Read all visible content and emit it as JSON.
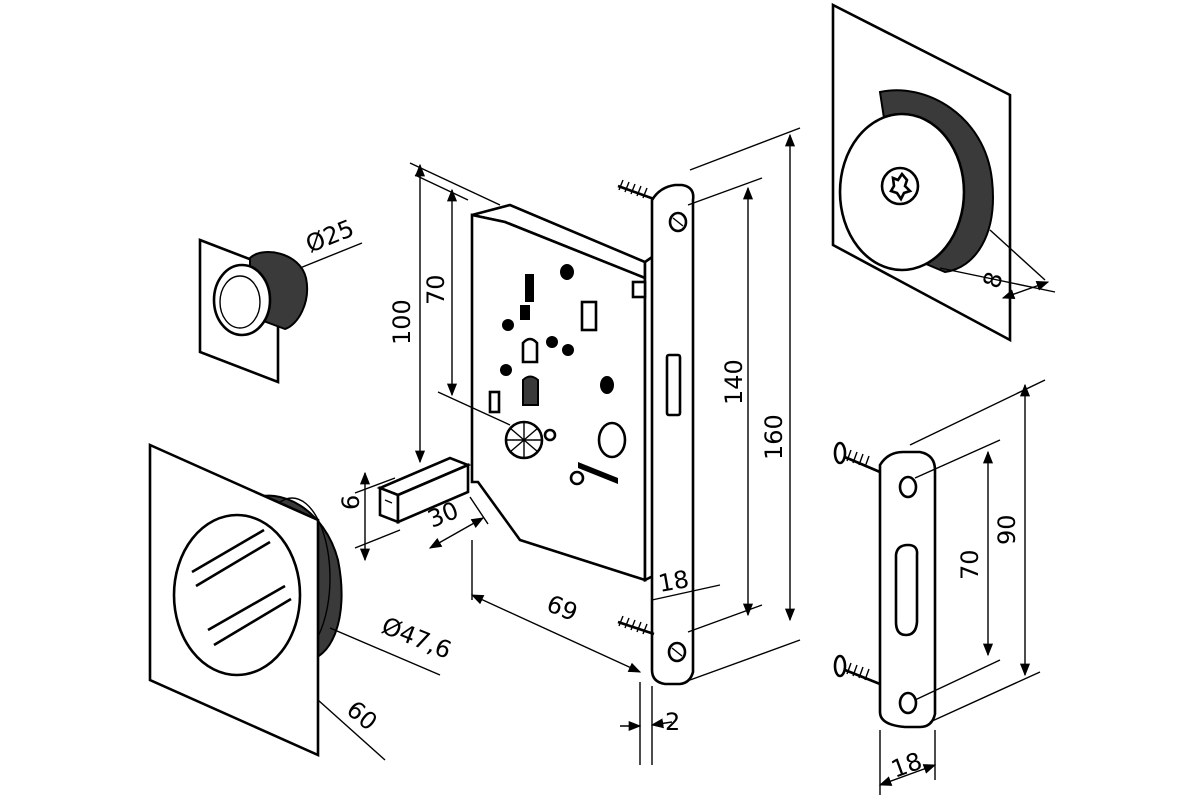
{
  "dimensions": {
    "finger_pull_diameter": "Ø25",
    "rosette_diameter": "Ø47,6",
    "rosette_square": "60",
    "spindle_square": "6",
    "spindle_length": "30",
    "lock_height_100": "100",
    "lock_height_70": "70",
    "backset": "69",
    "faceplate_width": "18",
    "faceplate_thickness": "2",
    "faceplate_screw_spacing": "140",
    "faceplate_length": "160",
    "knob_depth": "8",
    "strike_screw_spacing": "70",
    "strike_length": "90",
    "strike_width": "18"
  }
}
